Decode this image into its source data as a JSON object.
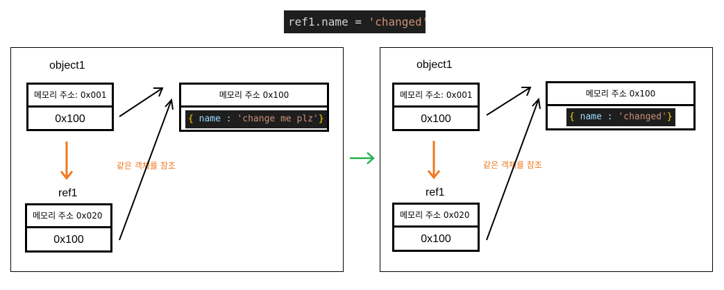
{
  "code": {
    "target": "ref1.name",
    "operator": "=",
    "value": "'changed'"
  },
  "before": {
    "object1": {
      "label": "object1",
      "memory_address": "메모리 주소: 0x001",
      "value": "0x100"
    },
    "ref1": {
      "label": "ref1",
      "memory_address": "메모리 주소 0x020",
      "value": "0x100"
    },
    "heap": {
      "memory_address": "메모리 주소 0x100",
      "open_brace": "{",
      "content_key": " name : ",
      "content_value": "'change me plz'",
      "close_brace": "}"
    },
    "note": "같은 객체를 참조"
  },
  "after": {
    "object1": {
      "label": "object1",
      "memory_address": "메모리 주소: 0x001",
      "value": "0x100"
    },
    "ref1": {
      "label": "ref1",
      "memory_address": "메모리 주소 0x020",
      "value": "0x100"
    },
    "heap": {
      "memory_address": "메모리 주소 0x100",
      "open_brace": "{",
      "content_key": " name : ",
      "content_value": "'changed'",
      "close_brace": "}"
    },
    "note": "같은 객체를 참조"
  },
  "colors": {
    "assign_arrow": "#f0781e",
    "transition_arrow": "#22b14c",
    "code_bg": "#1e1e1e",
    "string": "#ce9178",
    "brace": "#ffd700"
  }
}
